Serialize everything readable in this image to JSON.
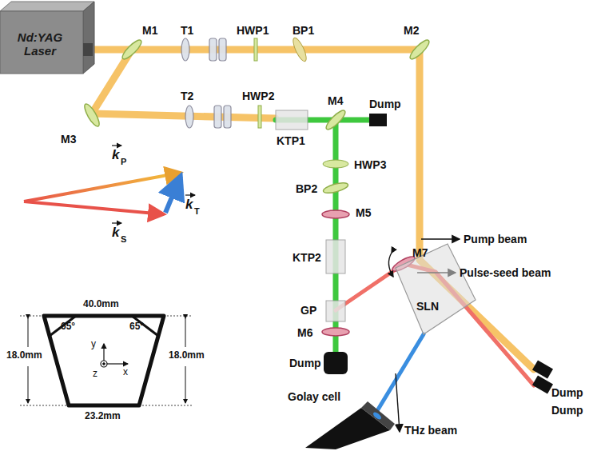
{
  "diagram": {
    "nodes": [
      {
        "text": [
          "Nd:YAG Laser"
        ]
      },
      {
        "text": [
          "SLN"
        ]
      },
      {
        "text": [
          "Golay cell"
        ]
      }
    ],
    "labels": [
      "M1",
      "T1",
      "HWP1",
      "BP1",
      "M2",
      "M3",
      "T2",
      "HWP2",
      "M4",
      "Dump",
      "KTP1",
      "HWP3",
      "BP2",
      "M5",
      "KTP2",
      "GP",
      "M6",
      "Dump",
      "M7",
      "Pump beam",
      "Pulse-seed beam",
      "Dump",
      "Dump",
      "THz beam",
      "k",
      "P",
      "k",
      "T",
      "k",
      "S",
      "40.0mm",
      "18.0mm",
      "18.0mm",
      "23.2mm",
      "65°",
      "65°",
      "y",
      "x",
      "z"
    ]
  }
}
